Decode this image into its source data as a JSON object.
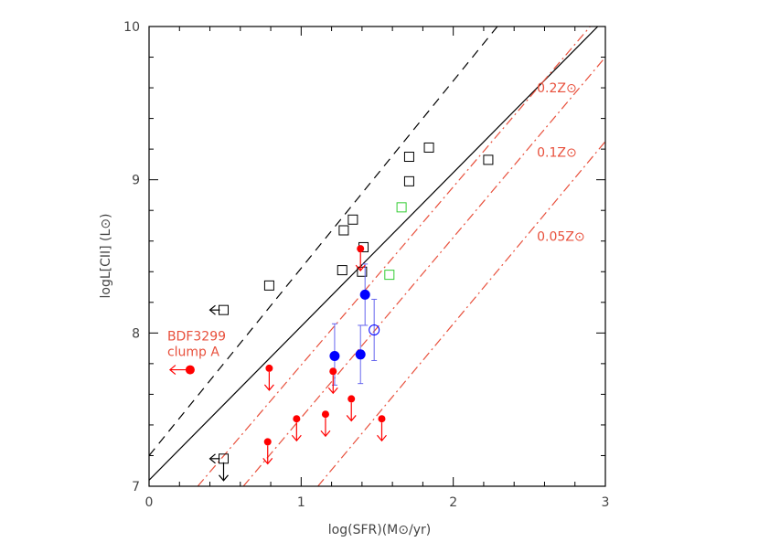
{
  "chart_data": {
    "type": "scatter",
    "xlim": [
      0,
      3
    ],
    "ylim": [
      7,
      10
    ],
    "x_ticks": [
      "0",
      "1",
      "2",
      "3"
    ],
    "y_ticks": [
      "7",
      "8",
      "9",
      "10"
    ],
    "xlabel": "log(SFR)(M⊙/yr)",
    "ylabel": "logL[CII] (L⊙)",
    "grid": false,
    "lines": [
      {
        "style": "dashed",
        "color": "#000000",
        "points": [
          [
            0,
            7.2
          ],
          [
            2.29,
            10
          ]
        ]
      },
      {
        "style": "solid",
        "color": "#000000",
        "points": [
          [
            0,
            7.04
          ],
          [
            2.95,
            10
          ]
        ]
      },
      {
        "style": "dashdot",
        "color": "#e8503c",
        "label": "0.2Z⊙",
        "points": [
          [
            0.32,
            7
          ],
          [
            2.9,
            10
          ]
        ]
      },
      {
        "style": "dashdot",
        "color": "#e8503c",
        "label": "0.1Z⊙",
        "points": [
          [
            0.62,
            7
          ],
          [
            3.0,
            9.8
          ]
        ]
      },
      {
        "style": "dashdot",
        "color": "#e8503c",
        "label": "0.05Z⊙",
        "points": [
          [
            1.11,
            7
          ],
          [
            3.0,
            9.25
          ]
        ]
      }
    ],
    "annotations": [
      {
        "text": "0.2Z⊙",
        "x": 2.55,
        "y": 9.57,
        "color": "#e8503c"
      },
      {
        "text": "0.1Z⊙",
        "x": 2.55,
        "y": 9.15,
        "color": "#e8503c"
      },
      {
        "text": "0.05Z⊙",
        "x": 2.55,
        "y": 8.6,
        "color": "#e8503c"
      },
      {
        "text": "BDF3299",
        "x": 0.12,
        "y": 7.95,
        "color": "#e8503c"
      },
      {
        "text": "clump A",
        "x": 0.12,
        "y": 7.85,
        "color": "#e8503c"
      }
    ],
    "series": [
      {
        "marker": "open-square",
        "color": "#000000",
        "points": [
          [
            0.49,
            8.15
          ],
          [
            0.79,
            8.31
          ],
          [
            1.27,
            8.41
          ],
          [
            1.28,
            8.67
          ],
          [
            1.34,
            8.74
          ],
          [
            1.41,
            8.56
          ],
          [
            1.4,
            8.4
          ],
          [
            1.71,
            8.99
          ],
          [
            1.71,
            9.15
          ],
          [
            1.84,
            9.21
          ],
          [
            2.23,
            9.13
          ],
          [
            0.49,
            7.18
          ]
        ],
        "left_limits": [
          [
            0.49,
            8.15
          ],
          [
            0.49,
            7.18
          ]
        ],
        "upper_limits": [
          [
            0.49,
            7.18
          ]
        ]
      },
      {
        "marker": "open-square",
        "color": "#33cc33",
        "points": [
          [
            1.66,
            8.82
          ],
          [
            1.58,
            8.38
          ]
        ]
      },
      {
        "marker": "filled-circle",
        "color": "#0000ff",
        "points": [
          [
            1.22,
            7.85
          ],
          [
            1.39,
            7.86
          ],
          [
            1.42,
            8.25
          ]
        ],
        "error_bars": [
          [
            7.66,
            8.06
          ],
          [
            7.67,
            8.05
          ],
          [
            8.05,
            8.45
          ]
        ],
        "error_color": "#6666ee"
      },
      {
        "marker": "open-circle",
        "color": "#0000ff",
        "points": [
          [
            1.48,
            8.02
          ]
        ],
        "error_bars": [
          [
            7.82,
            8.22
          ]
        ],
        "error_color": "#6666ee"
      },
      {
        "marker": "filled-circle",
        "color": "#ff0000",
        "upper_limits": [
          [
            0.79,
            7.77
          ],
          [
            0.97,
            7.44
          ],
          [
            1.16,
            7.47
          ],
          [
            1.21,
            7.75
          ],
          [
            1.33,
            7.57
          ],
          [
            1.39,
            8.55
          ],
          [
            1.53,
            7.44
          ],
          [
            0.78,
            7.29
          ]
        ]
      },
      {
        "marker": "filled-circle-large",
        "color": "#ff0000",
        "name": "BDF3299 clump A",
        "left_limits": [
          [
            0.27,
            7.76
          ]
        ]
      }
    ]
  },
  "colors": {
    "axes": "#000000",
    "ticks": "#444444",
    "red": "#ff0000",
    "model_lines": "#e8503c",
    "blue": "#0000ff",
    "green": "#33cc33"
  }
}
